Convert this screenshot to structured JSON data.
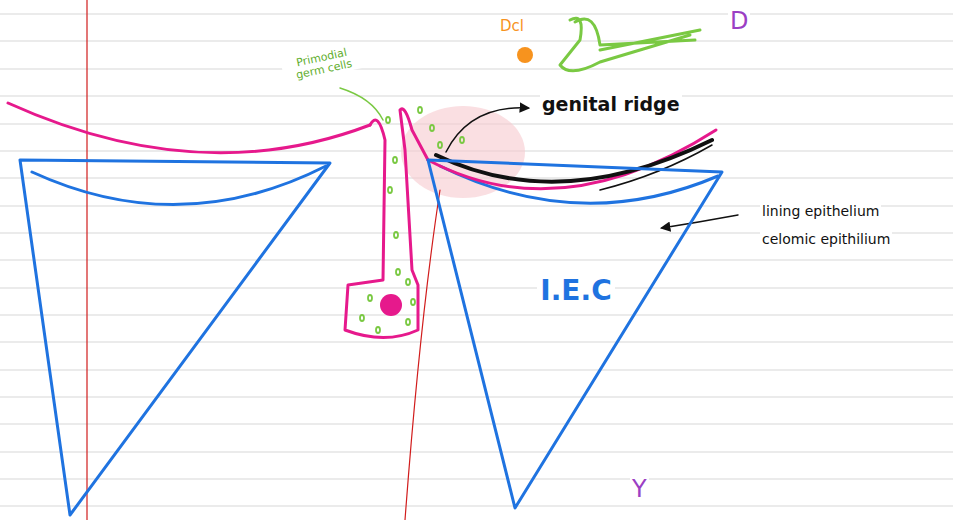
{
  "diagram": {
    "nodes": [
      {
        "text": [
          "I.E.C"
        ]
      }
    ],
    "labels": [
      "Primodial germ cells",
      "Dcl",
      "D",
      "genital ridge",
      "lining epithelium",
      "celomic epithilium",
      "Y"
    ]
  }
}
